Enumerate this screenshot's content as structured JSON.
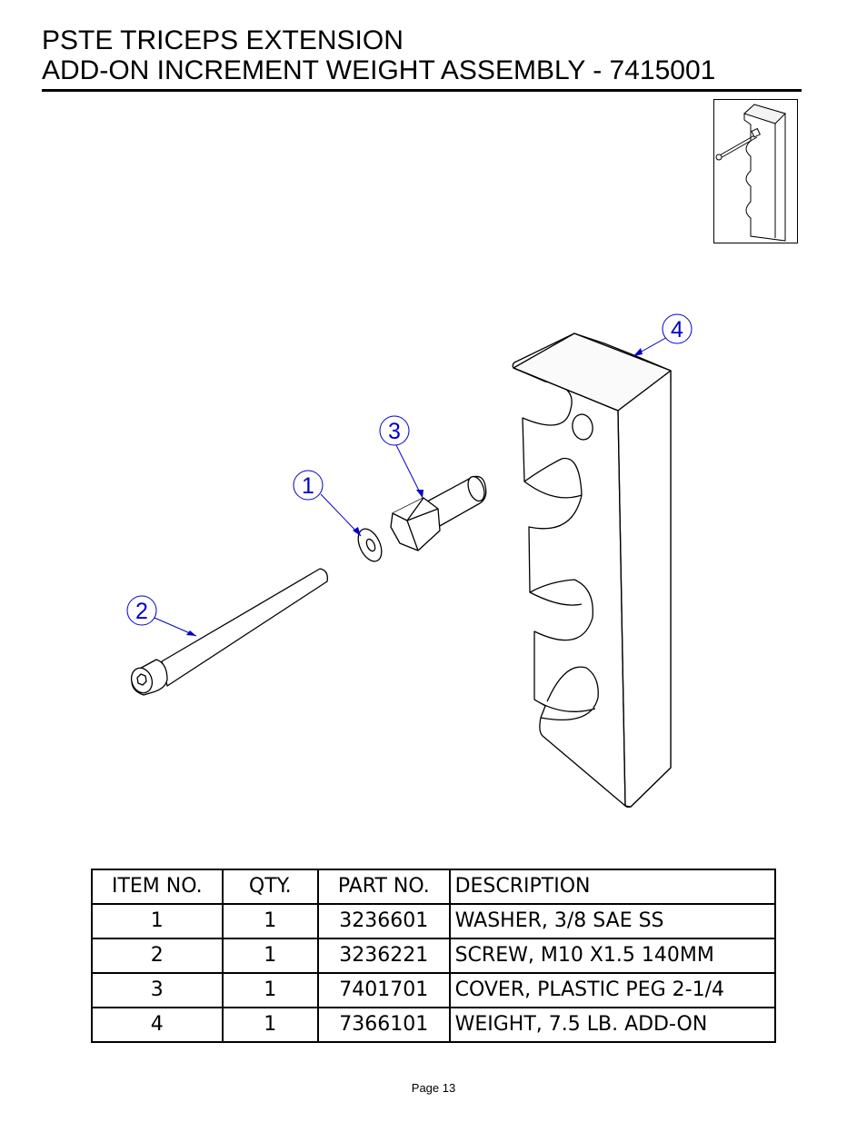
{
  "header": {
    "title_line1": "PSTE TRICEPS EXTENSION",
    "title_line2": "ADD-ON INCREMENT WEIGHT ASSEMBLY - 7415001"
  },
  "drawing": {
    "callouts": [
      "1",
      "2",
      "3",
      "4"
    ],
    "callout_color": "#0000cc"
  },
  "parts_table": {
    "headers": [
      "ITEM NO.",
      "QTY.",
      "PART NO.",
      "DESCRIPTION"
    ],
    "rows": [
      {
        "item": "1",
        "qty": "1",
        "part_no": "3236601",
        "description": "WASHER, 3/8 SAE SS"
      },
      {
        "item": "2",
        "qty": "1",
        "part_no": "3236221",
        "description": "SCREW, M10 X1.5 140MM"
      },
      {
        "item": "3",
        "qty": "1",
        "part_no": "7401701",
        "description": "COVER, PLASTIC PEG 2-1/4"
      },
      {
        "item": "4",
        "qty": "1",
        "part_no": "7366101",
        "description": "WEIGHT, 7.5 LB. ADD-ON"
      }
    ]
  },
  "footer": {
    "page_label": "Page 13"
  }
}
